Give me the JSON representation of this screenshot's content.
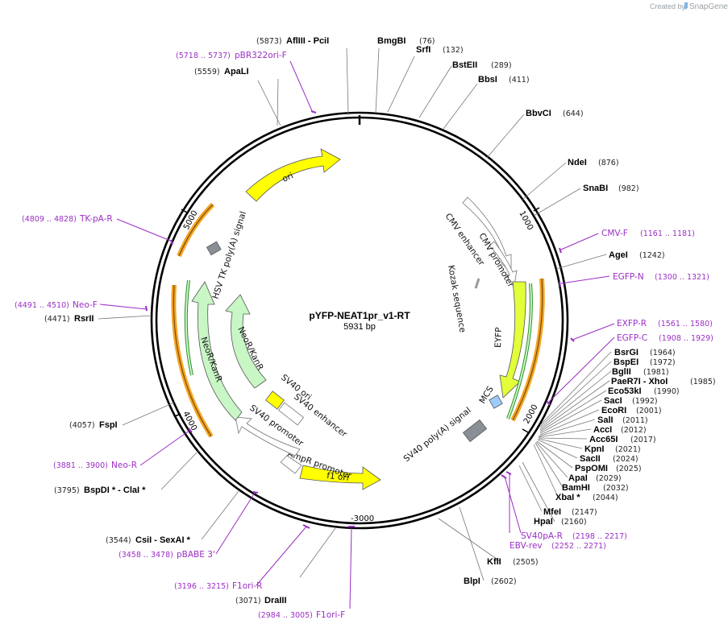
{
  "header": {
    "created_by": "Created by",
    "brand": "SnapGene"
  },
  "plasmid": {
    "name": "pYFP-NEAT1pr_v1-RT",
    "length": "5931 bp"
  },
  "ticks": [
    "1000",
    "2000",
    "-3000",
    "4000",
    "5000"
  ],
  "enzymes": [
    {
      "name": "AflIII  - PciI",
      "pos": "(5873)"
    },
    {
      "name": "BmgBI",
      "pos": "(76)"
    },
    {
      "name": "SrfI",
      "pos": "(132)"
    },
    {
      "name": "BstEII",
      "pos": "(289)"
    },
    {
      "name": "BbsI",
      "pos": "(411)"
    },
    {
      "name": "BbvCI",
      "pos": "(644)"
    },
    {
      "name": "NdeI",
      "pos": "(876)"
    },
    {
      "name": "SnaBI",
      "pos": "(982)"
    },
    {
      "name": "AgeI",
      "pos": "(1242)"
    },
    {
      "name": "BsrGI",
      "pos": "(1964)"
    },
    {
      "name": "BspEI",
      "pos": "(1972)"
    },
    {
      "name": "BglII",
      "pos": "(1981)"
    },
    {
      "name": "PaeR7I  - XhoI",
      "pos": "(1985)"
    },
    {
      "name": "Eco53kI",
      "pos": "(1990)"
    },
    {
      "name": "SacI",
      "pos": "(1992)"
    },
    {
      "name": "EcoRI",
      "pos": "(2001)"
    },
    {
      "name": "SalI",
      "pos": "(2011)"
    },
    {
      "name": "AccI",
      "pos": "(2012)"
    },
    {
      "name": "Acc65I",
      "pos": "(2017)"
    },
    {
      "name": "KpnI",
      "pos": "(2021)"
    },
    {
      "name": "SacII",
      "pos": "(2024)"
    },
    {
      "name": "PspOMI",
      "pos": "(2025)"
    },
    {
      "name": "ApaI",
      "pos": "(2029)"
    },
    {
      "name": "BamHI",
      "pos": "(2032)"
    },
    {
      "name": "XbaI *",
      "pos": "(2044)"
    },
    {
      "name": "MfeI",
      "pos": "(2147)"
    },
    {
      "name": "HpaI",
      "pos": "(2160)"
    },
    {
      "name": "KflI",
      "pos": "(2505)"
    },
    {
      "name": "BlpI",
      "pos": "(2602)"
    },
    {
      "name": "DraIII",
      "pos": "(3071)"
    },
    {
      "name": "CsiI  - SexAI *",
      "pos": "(3544)"
    },
    {
      "name": "BspDI *  - ClaI *",
      "pos": "(3795)"
    },
    {
      "name": "FspI",
      "pos": "(4057)"
    },
    {
      "name": "RsrII",
      "pos": "(4471)"
    },
    {
      "name": "ApaLI",
      "pos": "(5559)"
    }
  ],
  "primers": [
    {
      "name": "pBR322ori-F",
      "range": "(5718 .. 5737)"
    },
    {
      "name": "CMV-F",
      "range": "(1161 .. 1181)"
    },
    {
      "name": "EGFP-N",
      "range": "(1300 .. 1321)"
    },
    {
      "name": "EXFP-R",
      "range": "(1561 .. 1580)"
    },
    {
      "name": "EGFP-C",
      "range": "(1908 .. 1929)"
    },
    {
      "name": "SV40pA-R",
      "range": "(2198 .. 2217)"
    },
    {
      "name": "EBV-rev",
      "range": "(2252 .. 2271)"
    },
    {
      "name": "F1ori-F",
      "range": "(2984 .. 3005)"
    },
    {
      "name": "F1ori-R",
      "range": "(3196 .. 3215)"
    },
    {
      "name": "pBABE 3'",
      "range": "(3458 .. 3478)"
    },
    {
      "name": "Neo-R",
      "range": "(3881 .. 3900)"
    },
    {
      "name": "Neo-F",
      "range": "(4491 .. 4510)"
    },
    {
      "name": "TK-pA-R",
      "range": "(4809 .. 4828)"
    }
  ],
  "features": {
    "ori": "ori",
    "cmv_enhancer": "CMV enhancer",
    "cmv_promoter": "CMV promoter",
    "kozak": "Kozak sequence",
    "eyfp": "EYFP",
    "mcs": "MCS",
    "sv40_polya": "SV40 poly(A) signal",
    "f1_ori": "f1 ori",
    "ampr_promoter": "AmpR promoter",
    "sv40_promoter": "SV40 promoter",
    "sv40_ori": "SV40 ori",
    "sv40_enhancer": "SV40 enhancer",
    "neor_inner": "NeoR/KanR",
    "neor_outer": "NeoR/KanR",
    "hsv_tk": "HSV TK poly(A) signal"
  },
  "colors": {
    "backbone": "#000000",
    "yellow": "#ffff00",
    "yellow_green": "#e2ff3a",
    "light_green": "#c8f7c5",
    "orange": "#f5a623",
    "gray": "#8a8f96",
    "mcs_blue": "#9ecbff",
    "primer": "#9b2fc4"
  }
}
